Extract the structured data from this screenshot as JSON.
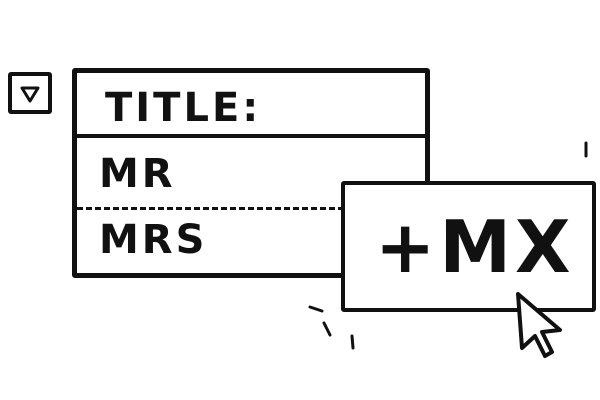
{
  "dropdown": {
    "title": "TITLE:",
    "options": [
      {
        "label": "MR"
      },
      {
        "label": "MRS"
      }
    ]
  },
  "add_option": {
    "label": "+MX"
  },
  "icons": {
    "toggle": "triangle-down-icon",
    "cursor": "mouse-pointer-icon"
  }
}
